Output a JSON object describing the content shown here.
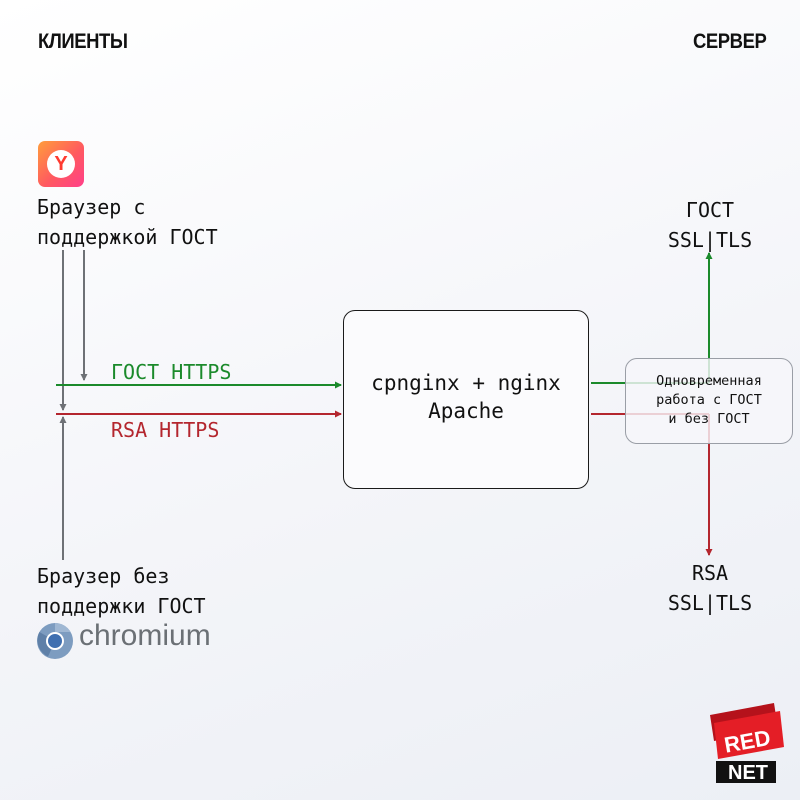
{
  "headings": {
    "clients": "КЛИЕНТЫ",
    "server": "СЕРВЕР"
  },
  "clients": {
    "gost_browser": {
      "line1": "Браузер с",
      "line2": "поддержкой ГОСТ",
      "logo_icon": "yandex-browser-icon"
    },
    "nogost_browser": {
      "line1": "Браузер без",
      "line2": "поддержки ГОСТ",
      "logo_icon": "chromium-icon",
      "logo_text": "chromium"
    }
  },
  "connections": {
    "gost_label": "ГОСТ HTTPS",
    "rsa_label": "RSA HTTPS"
  },
  "server_box": {
    "line1": "cpnginx + nginx",
    "line2": "Apache"
  },
  "note": {
    "line1": "Одновременная",
    "line2": "работа с ГОСТ",
    "line3": "и без ГОСТ"
  },
  "outputs": {
    "gost": {
      "line1": "ГОСТ",
      "line2": "SSL|TLS"
    },
    "rsa": {
      "line1": "RSA",
      "line2": "SSL|TLS"
    }
  },
  "brand": {
    "logo_icon": "rednet-logo",
    "line1": "RED",
    "line2": "NET"
  },
  "colors": {
    "gost": "#1b8a2b",
    "rsa": "#b4262e",
    "neutral": "#6e7176",
    "brand": "#e41e26"
  }
}
